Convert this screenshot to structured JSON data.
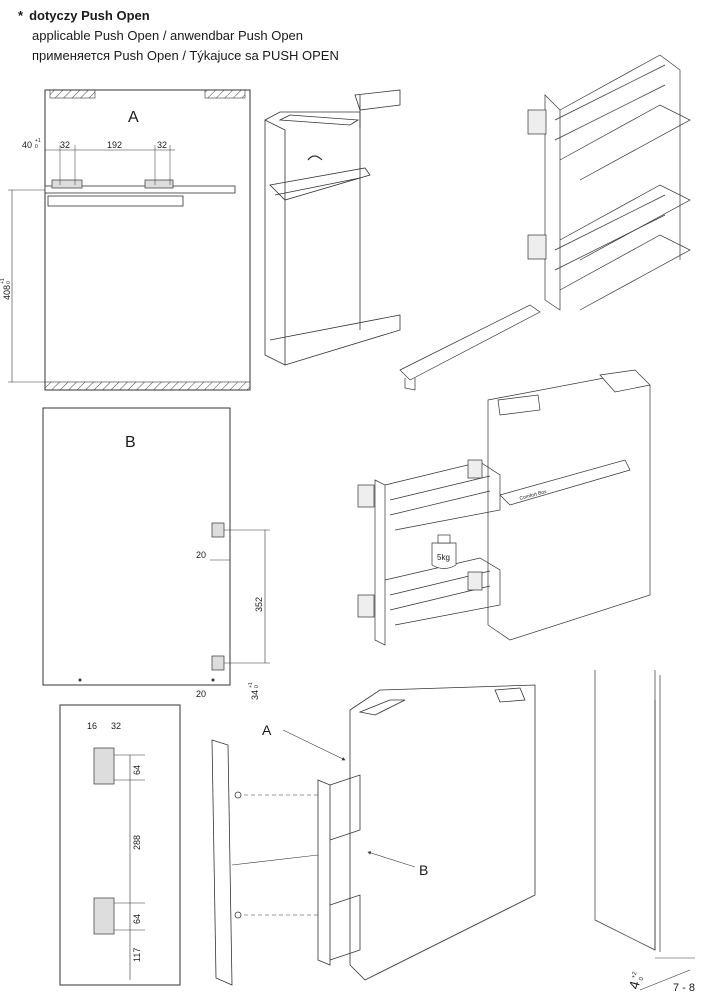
{
  "header": {
    "asterisk": "*",
    "line1": "dotyczy Push Open",
    "line2": "applicable Push Open / anwendbar Push Open",
    "line3": "применяется Push Open / Týkajuce sa PUSH OPEN"
  },
  "panel_a": {
    "label": "A",
    "dim_left": "40",
    "dim_left_tol": "+1",
    "dim_left_tol2": "0",
    "dim_32a": "32",
    "dim_192": "192",
    "dim_32b": "32",
    "dim_height": "408",
    "dim_height_tol": "+1",
    "dim_height_tol2": "0"
  },
  "panel_b": {
    "label": "B",
    "dim_20a": "20",
    "dim_352": "352",
    "dim_20b": "20",
    "dim_34": "34",
    "dim_34_tol": "+1",
    "dim_34_tol2": "0"
  },
  "panel_c": {
    "dim_16": "16",
    "dim_32": "32",
    "dim_64a": "64",
    "dim_288": "288",
    "dim_64b": "64",
    "dim_117": "117"
  },
  "weight_label": "5kg",
  "brand_label": "Comfort Box",
  "callout_a": "A",
  "callout_b": "B",
  "gap_dim": "4",
  "gap_tol": "+2",
  "gap_tol2": "0",
  "page_number": "7 - 8"
}
